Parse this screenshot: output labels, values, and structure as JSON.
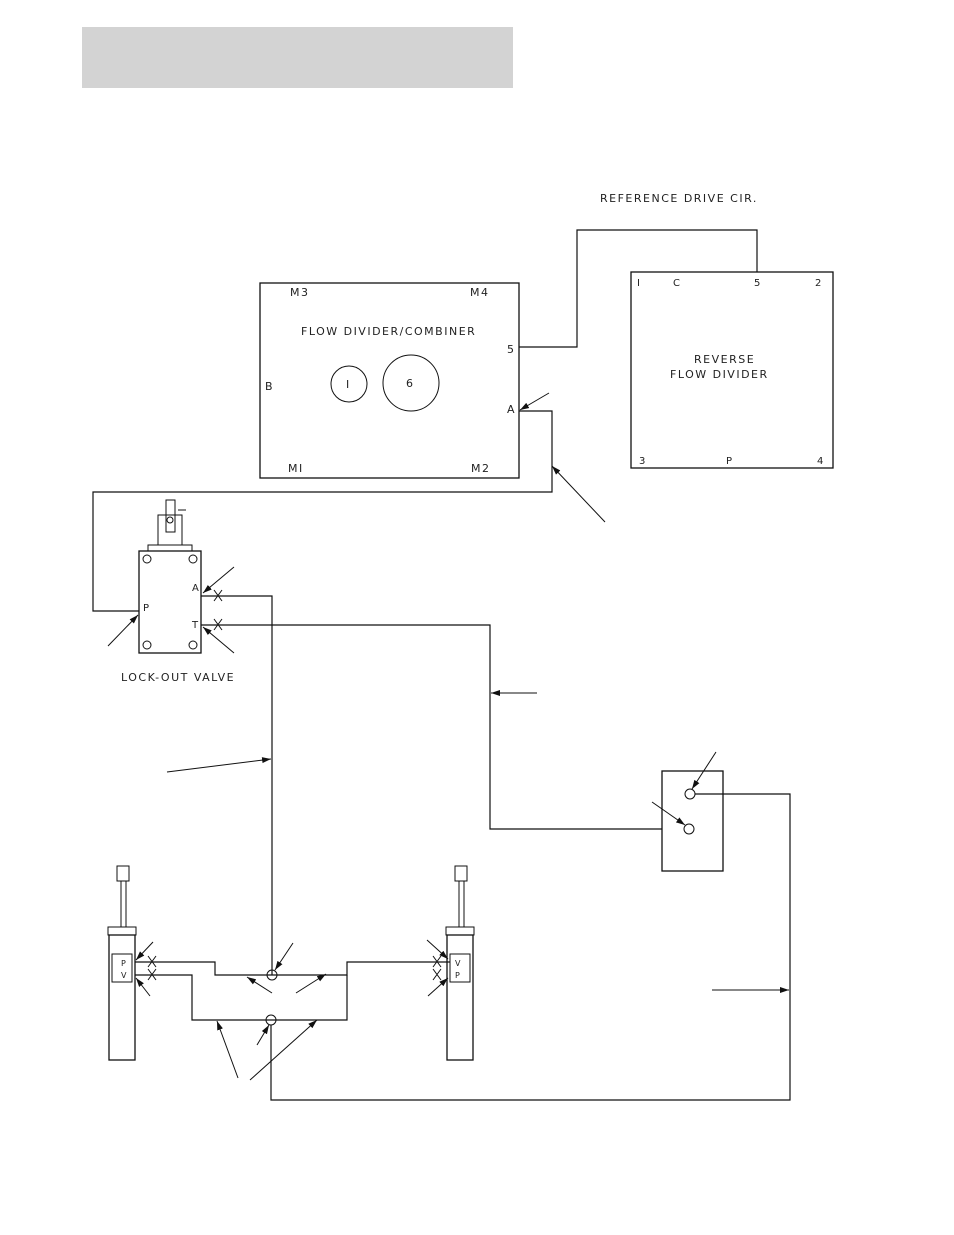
{
  "labels": {
    "reference_drive": "REFERENCE DRIVE CIR.",
    "lockout_valve": "LOCK-OUT VALVE"
  },
  "flow_divider": {
    "title": "FLOW DIVIDER/COMBINER",
    "port_m3": "M3",
    "port_m4": "M4",
    "port_m1": "MI",
    "port_m2": "M2",
    "port_b": "B",
    "port_5": "5",
    "port_a": "A",
    "section_1": "I",
    "section_6": "6"
  },
  "reverse_divider": {
    "title_line1": "REVERSE",
    "title_line2": "FLOW DIVIDER",
    "port_1": "I",
    "port_c": "C",
    "port_5": "5",
    "port_2": "2",
    "port_3": "3",
    "port_p": "P",
    "port_4": "4"
  },
  "lockout_valve": {
    "port_p": "P",
    "port_a": "A",
    "port_t": "T"
  },
  "left_cylinder": {
    "port_p": "P",
    "port_v": "V"
  },
  "right_cylinder": {
    "port_v": "V",
    "port_p": "P"
  }
}
